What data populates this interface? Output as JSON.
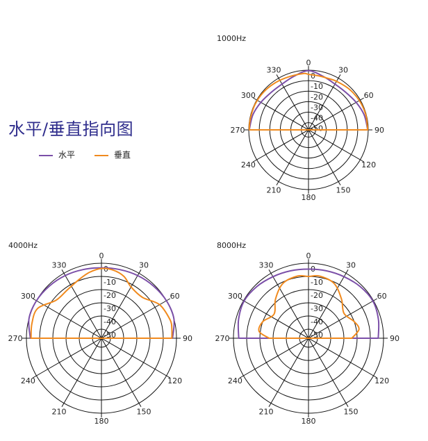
{
  "page": {
    "title": "水平/垂直指向图"
  },
  "legend": {
    "items": [
      {
        "label": "水平",
        "color": "#7b4fa8"
      },
      {
        "label": "垂直",
        "color": "#f08a1e"
      }
    ]
  },
  "colors": {
    "horizontal": "#7b4fa8",
    "vertical": "#f08a1e",
    "grid": "#111111"
  },
  "chart_data": [
    {
      "type": "polar",
      "title": "1000Hz",
      "angle_labels": [
        "0",
        "30",
        "60",
        "90",
        "120",
        "150",
        "180",
        "210",
        "240",
        "270",
        "300",
        "330"
      ],
      "radial_labels": [
        "0",
        "-10",
        "-20",
        "-30",
        "-40",
        "-50"
      ],
      "rlim": [
        -50,
        0
      ],
      "series": [
        {
          "name": "水平",
          "angles": [
            270,
            285,
            300,
            315,
            330,
            345,
            0,
            15,
            30,
            45,
            60,
            75,
            90
          ],
          "values": [
            -0.5,
            -2,
            -4.5,
            -6.5,
            -6.5,
            -4,
            -0.5,
            -4,
            -6.5,
            -6.5,
            -4.5,
            -2,
            -0.5
          ]
        },
        {
          "name": "垂直",
          "angles": [
            270,
            280,
            295,
            310,
            325,
            340,
            355,
            0,
            10,
            20,
            30,
            45,
            60,
            75,
            90
          ],
          "values": [
            -0.5,
            -0.5,
            -0.5,
            -1,
            -2,
            -3,
            -3,
            -4,
            -4.5,
            -4.5,
            -3.5,
            -2,
            -1,
            -0.5,
            -0.5
          ]
        }
      ]
    },
    {
      "type": "polar",
      "title": "4000Hz",
      "angle_labels": [
        "0",
        "30",
        "60",
        "90",
        "120",
        "150",
        "180",
        "210",
        "240",
        "270",
        "300",
        "330"
      ],
      "radial_labels": [
        "0",
        "-10",
        "-20",
        "-30",
        "-40",
        "-50"
      ],
      "rlim": [
        -50,
        0
      ],
      "series": [
        {
          "name": "水平",
          "angles": [
            270,
            285,
            300,
            315,
            330,
            345,
            0,
            15,
            30,
            45,
            60,
            75,
            90
          ],
          "values": [
            -3,
            0,
            0,
            -1,
            -2,
            -3,
            -3.5,
            -3,
            -2,
            -1,
            0,
            0,
            -3
          ]
        },
        {
          "name": "垂直",
          "angles": [
            270,
            282,
            295,
            310,
            325,
            340,
            350,
            0,
            10,
            20,
            30,
            45,
            60,
            75,
            82,
            90
          ],
          "values": [
            -3.5,
            -3,
            -3.5,
            -12,
            -12,
            -9,
            -6,
            -4,
            -4.5,
            -7,
            -12,
            -13,
            -6,
            -3,
            -3,
            -3.5
          ]
        }
      ]
    },
    {
      "type": "polar",
      "title": "8000Hz",
      "angle_labels": [
        "0",
        "30",
        "60",
        "90",
        "120",
        "150",
        "180",
        "210",
        "240",
        "270",
        "300",
        "330"
      ],
      "radial_labels": [
        "0",
        "-10",
        "-20",
        "-30",
        "-40",
        "-50"
      ],
      "rlim": [
        -50,
        0
      ],
      "series": [
        {
          "name": "水平",
          "angles": [
            270,
            285,
            300,
            315,
            330,
            345,
            0,
            15,
            30,
            45,
            60,
            75,
            90
          ],
          "values": [
            -4,
            -2,
            -0.5,
            -1.5,
            -3,
            -4,
            -4.5,
            -4,
            -3,
            -1.5,
            -0.5,
            -2,
            -4
          ]
        },
        {
          "name": "垂直",
          "angles": [
            270,
            278,
            290,
            305,
            320,
            335,
            350,
            0,
            10,
            25,
            40,
            55,
            70,
            80,
            90
          ],
          "values": [
            -27,
            -19,
            -20,
            -25,
            -18,
            -11,
            -9,
            -10,
            -9,
            -11,
            -18,
            -24,
            -20,
            -18,
            -24
          ]
        }
      ]
    }
  ]
}
